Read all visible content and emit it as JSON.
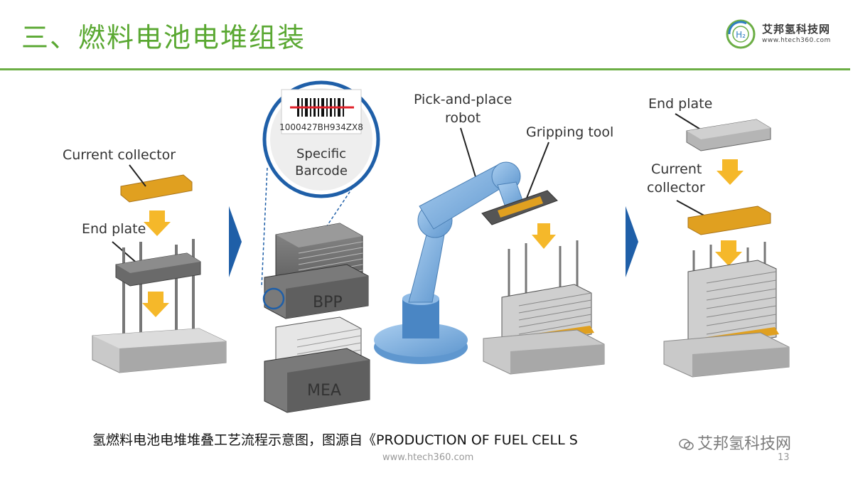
{
  "slide": {
    "title": "三、燃料电池电堆组装",
    "page_number": "13",
    "footer_url": "www.htech360.com"
  },
  "logo": {
    "name": "艾邦氢科技网",
    "url": "www.htech360.com",
    "badge": "H₂"
  },
  "labels": {
    "current_collector_1": "Current collector",
    "end_plate_1": "End plate",
    "barcode_number": "1000427BH934ZX8",
    "barcode_caption_1": "Specific",
    "barcode_caption_2": "Barcode",
    "bpp": "BPP",
    "mea": "MEA",
    "robot_1": "Pick-and-place",
    "robot_2": "robot",
    "gripping_tool": "Gripping tool",
    "end_plate_2": "End plate",
    "current_collector_2a": "Current",
    "current_collector_2b": "collector"
  },
  "caption": "氢燃料电池电堆堆叠工艺流程示意图，图源自《PRODUCTION OF FUEL CELL S",
  "watermark": "艾邦氢科技网",
  "colors": {
    "title_green": "#5aa832",
    "rule_green": "#6cae45",
    "collector_orange": "#e0a020",
    "arrow_yellow": "#f5b82a",
    "robot_blue": "#7fb2e0",
    "chevron_blue": "#1f5fa8",
    "gray_base": "#a8a8a8"
  },
  "icons": [
    "hydrogen-logo-icon",
    "wechat-icon",
    "chevron-right-icon",
    "down-arrow-icon",
    "barcode-icon"
  ]
}
